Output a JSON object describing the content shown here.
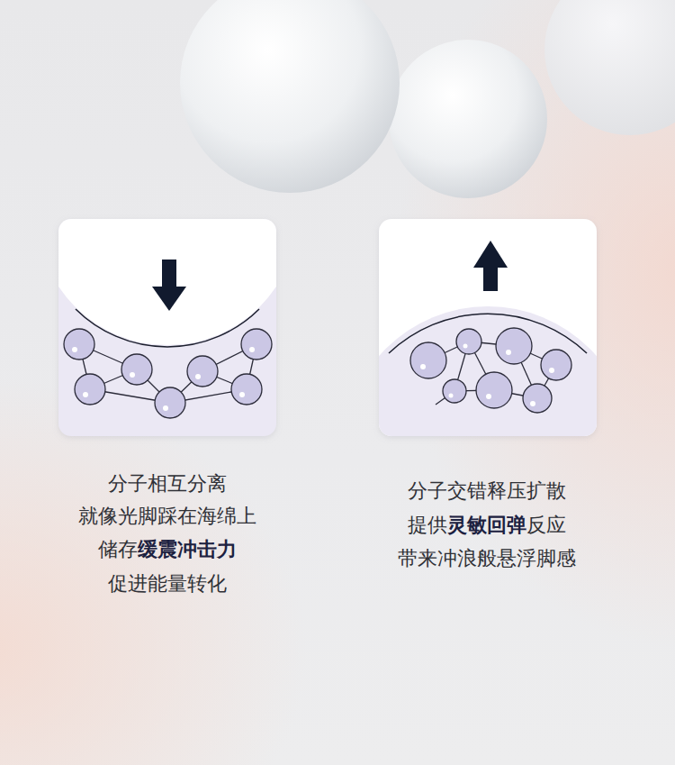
{
  "diagram": {
    "labels": [
      "分子相互分离",
      "就像光脚踩在海绵上",
      "储存",
      "缓震冲击力",
      "促进能量转化",
      "分子交错释压扩散",
      "提供",
      "灵敏回弹",
      "反应",
      "带来冲浪般悬浮脚感"
    ]
  }
}
